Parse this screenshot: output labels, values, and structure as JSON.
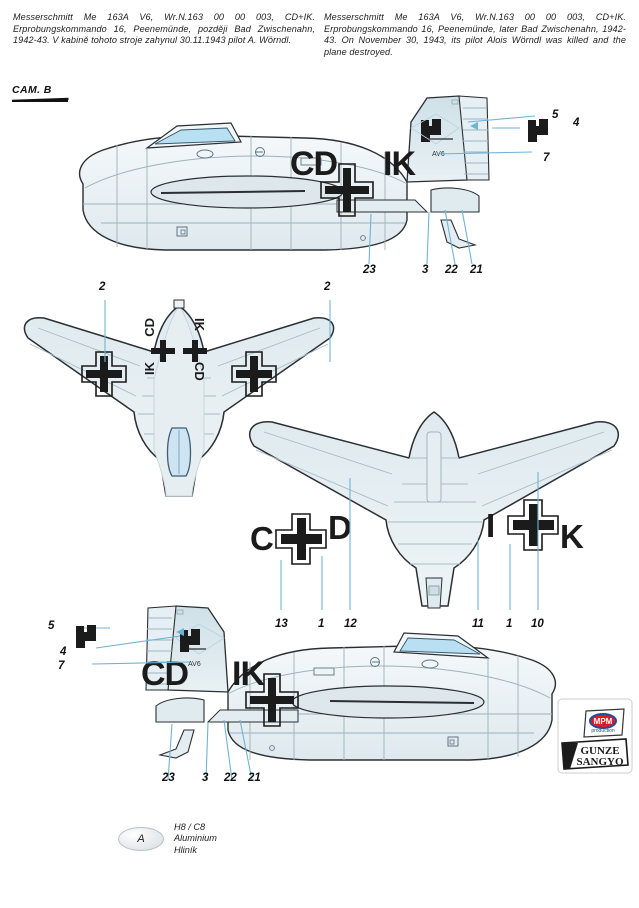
{
  "page": {
    "title": "Messerschmitt Me 163A V6 — camouflage & markings sheet",
    "cam_label": "CAM. B"
  },
  "description": {
    "cz": "Messerschmitt Me 163A V6, Wr.N.163 00 00 003, CD+IK. Erprobungskommando 16, Peenemünde, později Bad Zwischenahn, 1942-43. V kabině tohoto stroje zahynul 30.11.1943 pilot A. Wörndl.",
    "en": "Messerschmitt Me 163A V6, Wr.N.163 00 00 003, CD+IK. Erprobungskommando 16, Peenemünde, later Bad Zwischenahn, 1942-43. On November 30, 1943, its pilot Alois Wörndl was killed and the plane destroyed."
  },
  "views": {
    "side_right": {
      "name": "starboard side profile",
      "fuselage_code_fore": "CD",
      "fuselage_code_aft": "IK",
      "tail_stencil": "AV6",
      "callouts_bottom": [
        "23",
        "3",
        "22",
        "21"
      ],
      "callouts_tail": [
        "5",
        "4",
        "7"
      ]
    },
    "bottom_plan": {
      "name": "underside plan view",
      "fuselage_code_left": "CD",
      "fuselage_code_left_aft": "IK",
      "fuselage_code_right": "IK",
      "fuselage_code_right_aft": "CD",
      "callouts": [
        "2",
        "2"
      ]
    },
    "top_plan": {
      "name": "upper plan view",
      "wing_code_left_outer": "C",
      "wing_code_left_inner": "D",
      "wing_code_right_inner": "I",
      "wing_code_right_outer": "K",
      "callouts": [
        "13",
        "1",
        "12",
        "11",
        "1",
        "10"
      ]
    },
    "side_left": {
      "name": "port side profile",
      "fuselage_code_fore": "CD",
      "fuselage_code_aft": "IK",
      "tail_stencil": "AV6",
      "callouts_bottom": [
        "23",
        "3",
        "22",
        "21"
      ],
      "callouts_tail": [
        "5",
        "4",
        "7"
      ]
    }
  },
  "legend": {
    "swatch_letter": "A",
    "code": "H8 / C8",
    "name_en": "Aluminium",
    "name_cz": "Hliník"
  },
  "brand": {
    "top_line": "MPM",
    "sub_line": "production",
    "bottom_line_1": "GUNZE",
    "bottom_line_2": "SANGYO"
  },
  "colors": {
    "body_light": "#eef3f5",
    "body_mid": "#dfe9ed",
    "body_shade": "#ccdde4",
    "outline": "#2b2f33",
    "panel_line": "#a9bcc6",
    "marking_black": "#1b1b1b",
    "glass": "#b9dff2",
    "leader": "#6fb4d6"
  }
}
